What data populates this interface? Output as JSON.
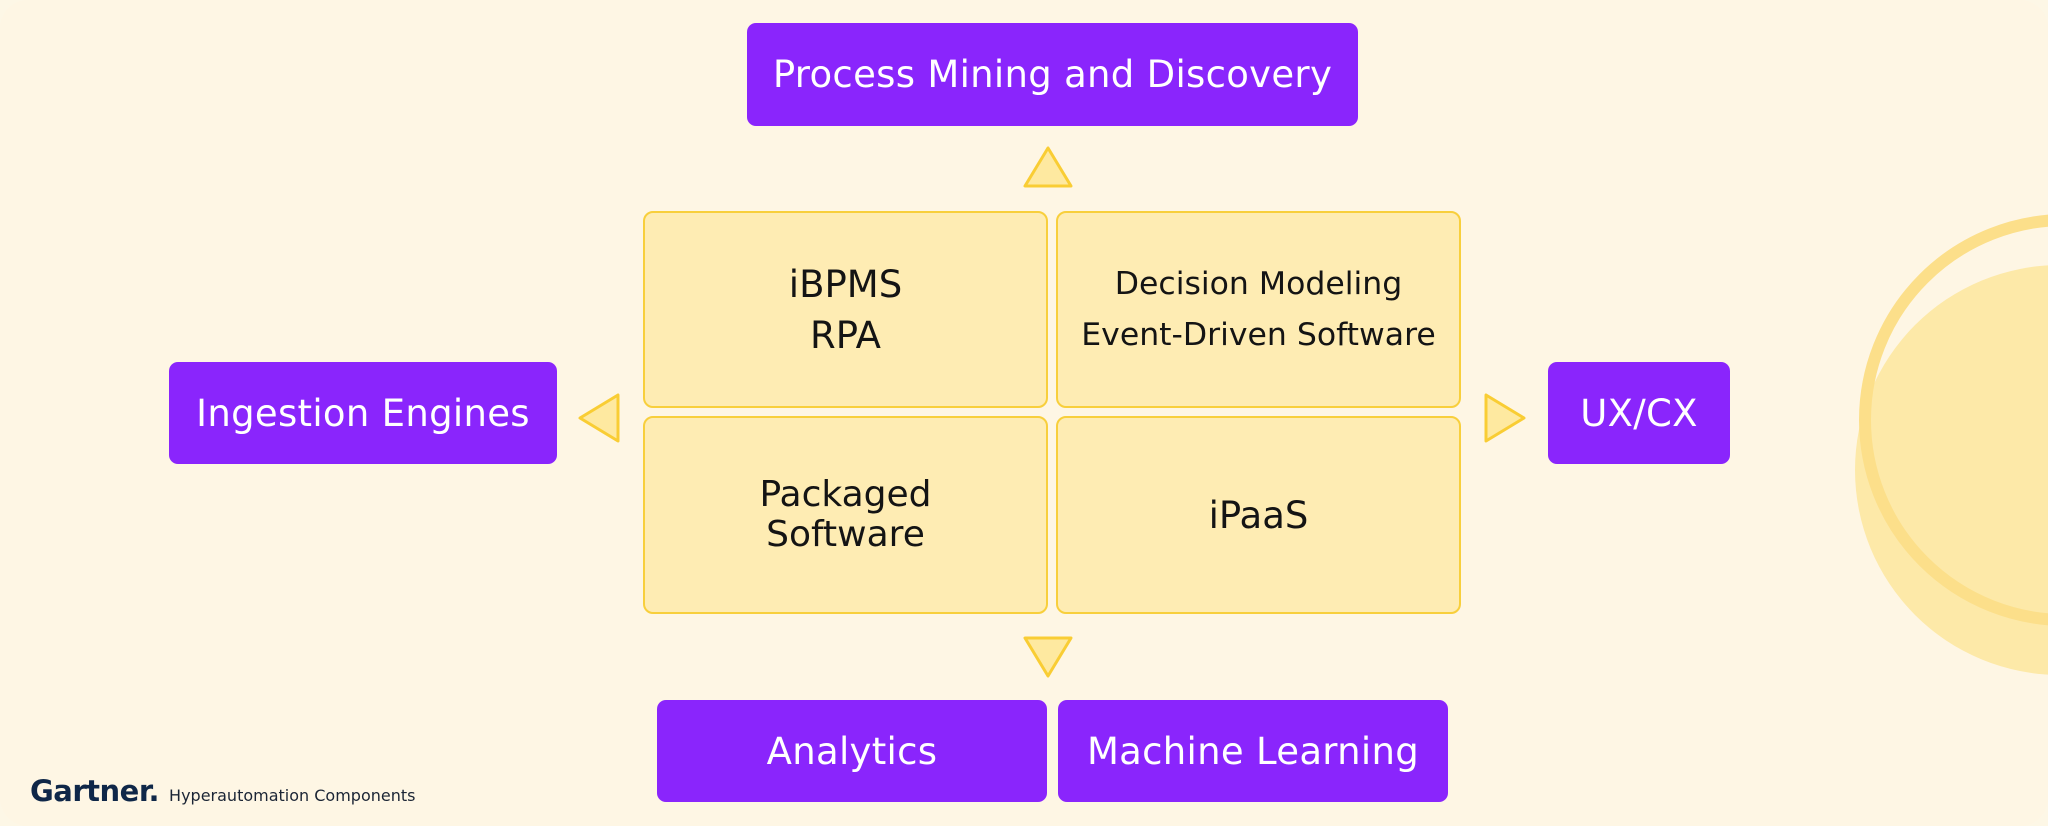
{
  "diagram": {
    "top_box": "Process Mining and Discovery",
    "left_box": "Ingestion Engines",
    "right_box": "UX/CX",
    "bottom_boxes": [
      "Analytics",
      "Machine Learning"
    ],
    "grid": [
      {
        "lines": [
          "iBPMS",
          "RPA"
        ]
      },
      {
        "lines": [
          "Decision Modeling",
          "Event-Driven Software"
        ]
      },
      {
        "lines": [
          "Packaged",
          "Software"
        ]
      },
      {
        "lines": [
          "iPaaS"
        ]
      }
    ]
  },
  "footer": {
    "brand": "Gartner.",
    "caption": "Hyperautomation Components"
  },
  "colors": {
    "purple": "#8a25fc",
    "cell_fill": "#feecb3",
    "cell_border": "#f8cf3c",
    "background": "#fef6e4"
  }
}
